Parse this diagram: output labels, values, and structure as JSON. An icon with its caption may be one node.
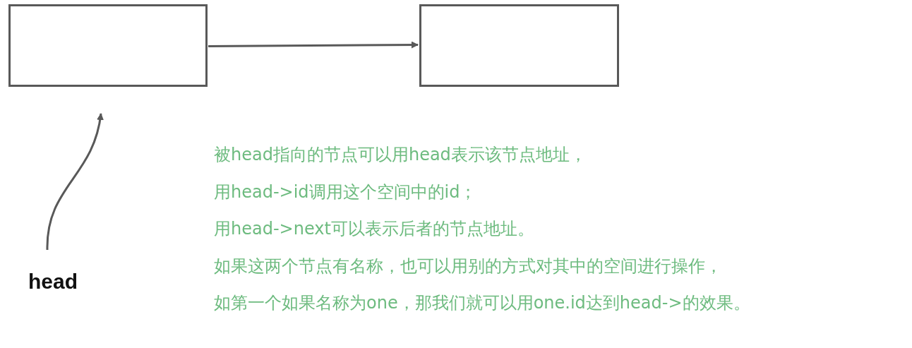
{
  "diagram": {
    "nodes": [
      {
        "text": [],
        "shape": "box"
      },
      {
        "text": [],
        "shape": "box"
      },
      {
        "text": [
          "head"
        ]
      }
    ],
    "edges": [
      {
        "from": 0,
        "to": 1,
        "arrow": "to"
      },
      {
        "from": 2,
        "to": 0,
        "arrow": "to"
      }
    ],
    "labels": [
      "被head指向的节点可以用head表示该节点地址，",
      "用head->id调用这个空间中的id；",
      "用head->next可以表示后者的节点地址。",
      "如果这两个节点有名称，也可以用别的方式对其中的空间进行操作，",
      "如第一个如果名称为one，那我们就可以用one.id达到head->的效果。"
    ]
  }
}
